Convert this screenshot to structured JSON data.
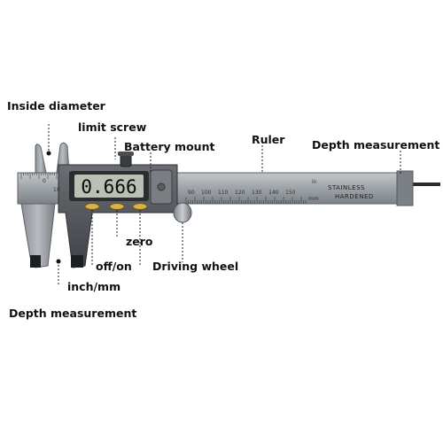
{
  "labels": {
    "inside_diameter": "Inside diameter",
    "limit_screw": "limit screw",
    "battery_mount": "Battery mount",
    "ruler": "Ruler",
    "depth_measurement_right": "Depth measurement",
    "zero": "zero",
    "off_on": "off/on",
    "driving_wheel": "Driving wheel",
    "inch_mm": "inch/mm",
    "depth_measurement_bottom": "Depth measurement"
  },
  "display": {
    "reading": "0.666"
  },
  "scale": {
    "numbers": [
      "0",
      "10",
      "90",
      "100",
      "110",
      "120",
      "130",
      "140",
      "150"
    ],
    "unit_in": "in",
    "unit_mm": "mm"
  },
  "brand": {
    "line1": "STAINLESS",
    "line2": "HARDENED"
  },
  "colors": {
    "steel": "#9a9fa5",
    "steel_dark": "#6e7378",
    "lcd": "#b9c0b4",
    "body": "#55595e"
  }
}
